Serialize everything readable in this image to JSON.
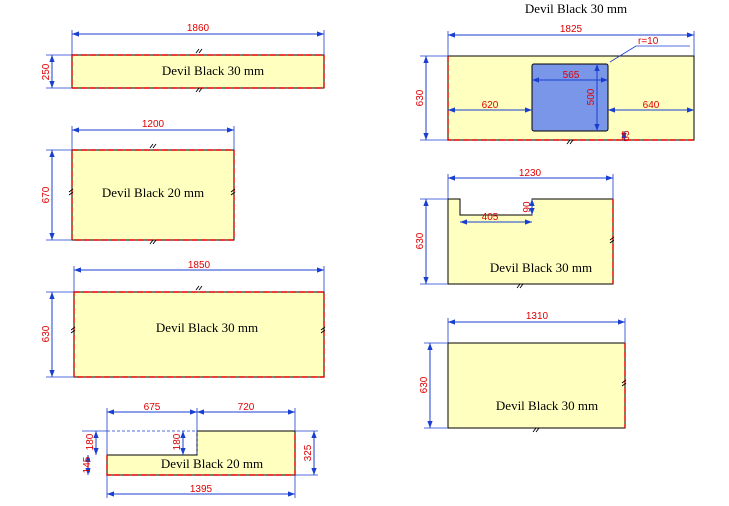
{
  "slabs": {
    "s1": {
      "label": "Devil Black 30 mm",
      "w": "1860",
      "h": "250"
    },
    "s2": {
      "label": "Devil Black 20 mm",
      "w": "1200",
      "h": "670"
    },
    "s3": {
      "label": "Devil Black 30 mm",
      "w": "1850",
      "h": "630"
    },
    "s4": {
      "label": "Devil Black 20 mm",
      "w1": "675",
      "w2": "720",
      "w": "1395",
      "h_left": "145",
      "h_notch": "180",
      "h_notch2": "180",
      "h_right": "325"
    },
    "s5": {
      "label": "Devil Black 30 mm",
      "w": "1825",
      "h": "630",
      "sink_w": "565",
      "sink_h": "500",
      "left": "620",
      "right": "640",
      "bottom": "65",
      "radius": "r=10"
    },
    "s6": {
      "label": "Devil Black 30 mm",
      "w": "1230",
      "h": "630",
      "notch_w": "405",
      "notch_h": "90"
    },
    "s7": {
      "label": "Devil Black 30 mm",
      "w": "1310",
      "h": "630"
    }
  },
  "colors": {
    "slab": "#ffffc0",
    "edge": "#e00000",
    "dimension": "#1a3fd0",
    "sink": "#7a96e8"
  }
}
